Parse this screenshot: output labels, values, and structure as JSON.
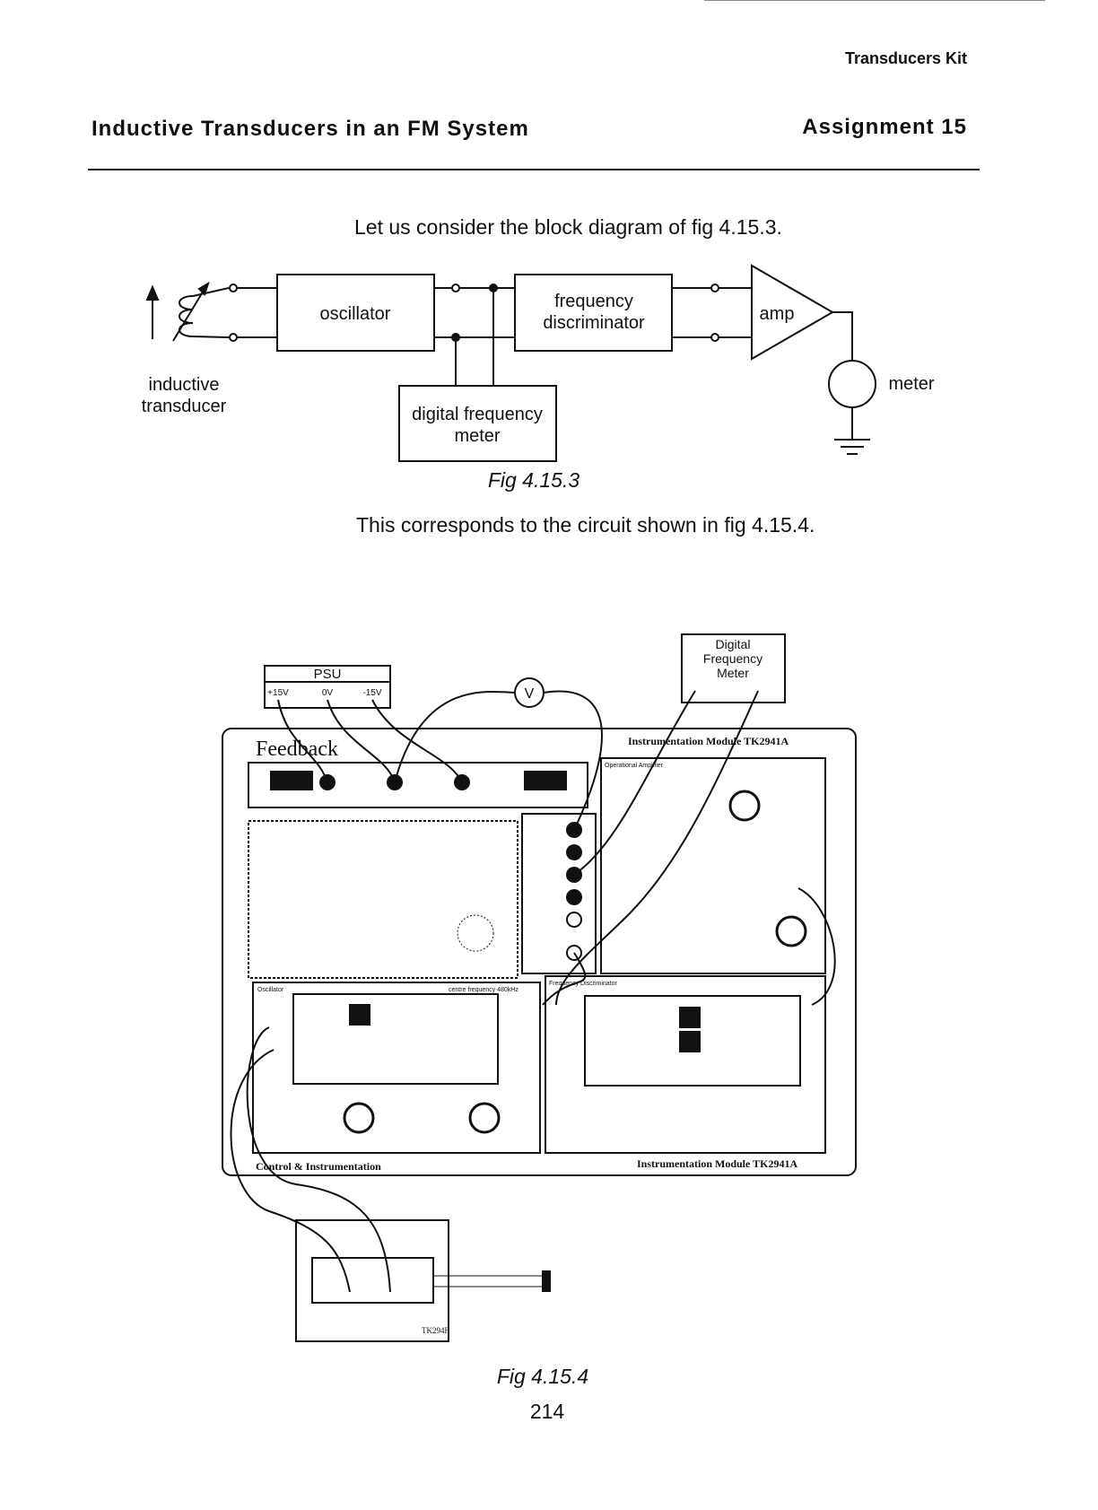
{
  "header": {
    "kit": "Transducers Kit",
    "title": "Inductive Transducers in an FM System",
    "assignment": "Assignment 15"
  },
  "body": {
    "intro": "Let us consider the block diagram of fig 4.15.3.",
    "corresponds": "This corresponds to the circuit shown in fig 4.15.4."
  },
  "block_diagram": {
    "oscillator": "oscillator",
    "discriminator_line1": "frequency",
    "discriminator_line2": "discriminator",
    "amp": "amp",
    "meter": "meter",
    "transducer_line1": "inductive",
    "transducer_line2": "transducer",
    "dfm_line1": "digital frequency",
    "dfm_line2": "meter",
    "caption": "Fig 4.15.3"
  },
  "circuit": {
    "dfm_line1": "Digital",
    "dfm_line2": "Frequency",
    "dfm_line3": "Meter",
    "psu": "PSU",
    "psu_p15": "+15V",
    "psu_0v": "0V",
    "psu_m15": "-15V",
    "voltmeter": "V",
    "brand": "Feedback",
    "module_top": "Instrumentation Module TK2941A",
    "module_bottom": "Instrumentation Module TK2941A",
    "control": "Control & Instrumentation",
    "oscillator": "Oscillator",
    "centre_freq": "centre frequency 480kHz",
    "freq_disc": "Frequency Discriminator",
    "op_amp": "Operational Amplifier",
    "transducer": "TK294F",
    "caption": "Fig 4.15.4"
  },
  "footer": {
    "page_number": "214"
  }
}
